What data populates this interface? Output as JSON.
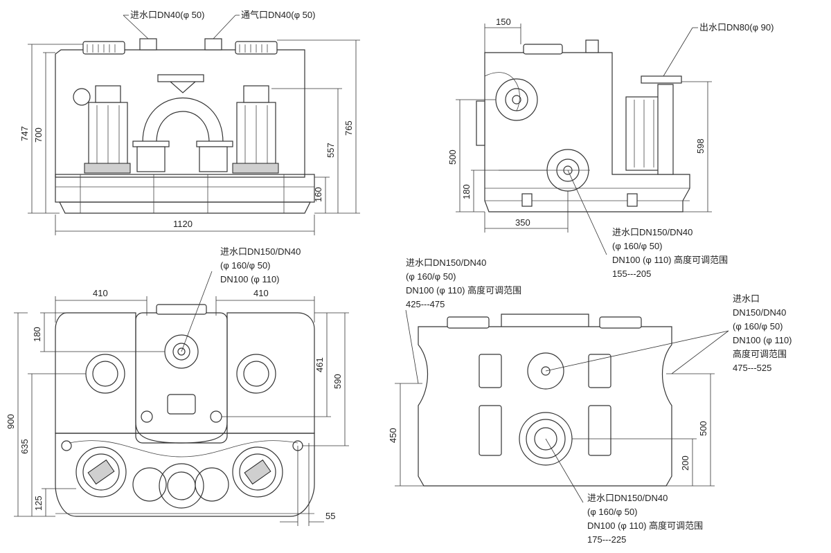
{
  "front_view": {
    "callout_inlet": "进水口DN40(φ 50)",
    "callout_vent": "通气口DN40(φ 50)",
    "dims": {
      "width": "1120",
      "h747": "747",
      "h700": "700",
      "h765": "765",
      "h557": "557",
      "h160": "160"
    }
  },
  "side_view": {
    "callout_outlet": "出水口DN80(φ 90)",
    "callout_inlet": [
      "进水口DN150/DN40",
      "(φ 160/φ 50)",
      "DN100 (φ 110) 高度可调范围",
      "155---205"
    ],
    "dims": {
      "d150": "150",
      "d350": "350",
      "h500": "500",
      "h180": "180",
      "h598": "598"
    }
  },
  "top_view": {
    "callout_inlet": [
      "进水口DN150/DN40",
      "(φ 160/φ 50)",
      "DN100 (φ 110)"
    ],
    "dims": {
      "w410_left": "410",
      "w410_right": "410",
      "h180": "180",
      "h461": "461",
      "h590": "590",
      "h900": "900",
      "h635": "635",
      "h125": "125",
      "d55": "55"
    }
  },
  "end_view": {
    "callout_left": [
      "进水口DN150/DN40",
      "(φ 160/φ 50)",
      "DN100 (φ 110) 高度可调范围",
      "425---475"
    ],
    "callout_right": [
      "进水口",
      "DN150/DN40",
      "(φ 160/φ 50)",
      "DN100 (φ 110)",
      "高度可调范围",
      "475---525"
    ],
    "callout_bottom": [
      "进水口DN150/DN40",
      "(φ 160/φ 50)",
      "DN100 (φ 110) 高度可调范围",
      "175---225"
    ],
    "dims": {
      "h450": "450",
      "h500": "500",
      "h200": "200"
    }
  }
}
